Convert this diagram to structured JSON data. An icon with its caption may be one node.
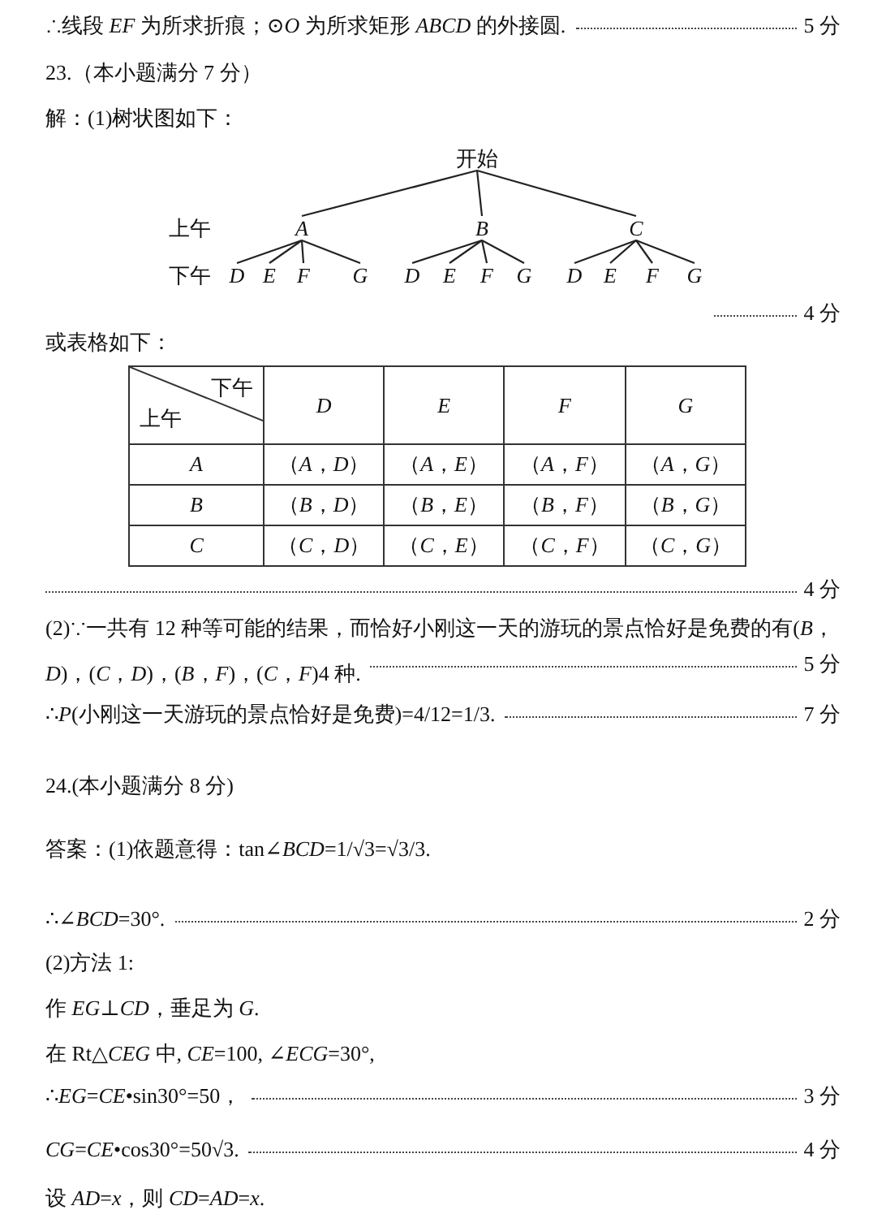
{
  "diagram": {
    "nodes": [
      {
        "text": [
          "开始"
        ]
      },
      {
        "text": [
          "A"
        ]
      },
      {
        "text": [
          "B"
        ]
      },
      {
        "text": [
          "C"
        ]
      },
      {
        "text": [
          "D"
        ]
      },
      {
        "text": [
          "E"
        ]
      },
      {
        "text": [
          "F"
        ]
      },
      {
        "text": [
          "G"
        ]
      },
      {
        "text": [
          "D"
        ]
      },
      {
        "text": [
          "E"
        ]
      },
      {
        "text": [
          "F"
        ]
      },
      {
        "text": [
          "G"
        ]
      },
      {
        "text": [
          "D"
        ]
      },
      {
        "text": [
          "E"
        ]
      },
      {
        "text": [
          "F"
        ]
      },
      {
        "text": [
          "G"
        ]
      }
    ],
    "edges": [
      {
        "from": 0,
        "to": 1,
        "arrow": "none"
      },
      {
        "from": 0,
        "to": 2,
        "arrow": "none"
      },
      {
        "from": 0,
        "to": 3,
        "arrow": "none"
      },
      {
        "from": 1,
        "to": 4,
        "arrow": "none"
      },
      {
        "from": 1,
        "to": 5,
        "arrow": "none"
      },
      {
        "from": 1,
        "to": 6,
        "arrow": "none"
      },
      {
        "from": 1,
        "to": 7,
        "arrow": "none"
      },
      {
        "from": 2,
        "to": 8,
        "arrow": "none"
      },
      {
        "from": 2,
        "to": 9,
        "arrow": "none"
      },
      {
        "from": 2,
        "to": 10,
        "arrow": "none"
      },
      {
        "from": 2,
        "to": 11,
        "arrow": "none"
      },
      {
        "from": 3,
        "to": 12,
        "arrow": "none"
      },
      {
        "from": 3,
        "to": 13,
        "arrow": "none"
      },
      {
        "from": 3,
        "to": 14,
        "arrow": "none"
      },
      {
        "from": 3,
        "to": 15,
        "arrow": "none"
      }
    ],
    "labels": [
      "∴线段 *EF* 为所求折痕；⊙*O* 为所求矩形 *ABCD* 的外接圆.",
      "5 分",
      "23.（本小题满分 7 分）",
      "解：(1)树状图如下：",
      "上午",
      "下午",
      "4 分",
      "或表格如下：",
      "下午",
      "上午",
      "D",
      "E",
      "F",
      "G",
      "A",
      "（*A*，*D*）",
      "（*A*，*E*）",
      "（*A*，*F*）",
      "（*A*，*G*）",
      "B",
      "（*B*，*D*）",
      "（*B*，*E*）",
      "（*B*，*F*）",
      "（*B*，*G*）",
      "C",
      "（*C*，*D*）",
      "（*C*，*E*）",
      "（*C*，*F*）",
      "（*C*，*G*）",
      "4 分",
      "(2)∵一共有 12 种等可能的结果，而恰好小刚这一天的游玩的景点恰好是免费的有(*B*，*D*)，(*C*，*D*)，(*B*，*F*)，(*C*，*F*)4 种.",
      "5 分",
      "∴*P*(小刚这一天游玩的景点恰好是免费)=4/12=1/3.",
      "7 分",
      "24.(本小题满分 8 分)",
      "答案：(1)依题意得：tan∠*BCD*=1/√3=√3/3.",
      "∴∠*BCD*=30°.",
      "2 分",
      "(2)方法 1:",
      "作 *EG*⊥*CD*，垂足为 *G*.",
      "在 Rt△*CEG* 中, *CE*=100, ∠*ECG*=30°,",
      "∴*EG*=*CE*•sin30°=50，",
      "3 分",
      "*CG*=*CE*•cos30°=50√3.",
      "4 分",
      "设 *AD*=*x*，则 *CD*=*AD*=*x*."
    ]
  }
}
